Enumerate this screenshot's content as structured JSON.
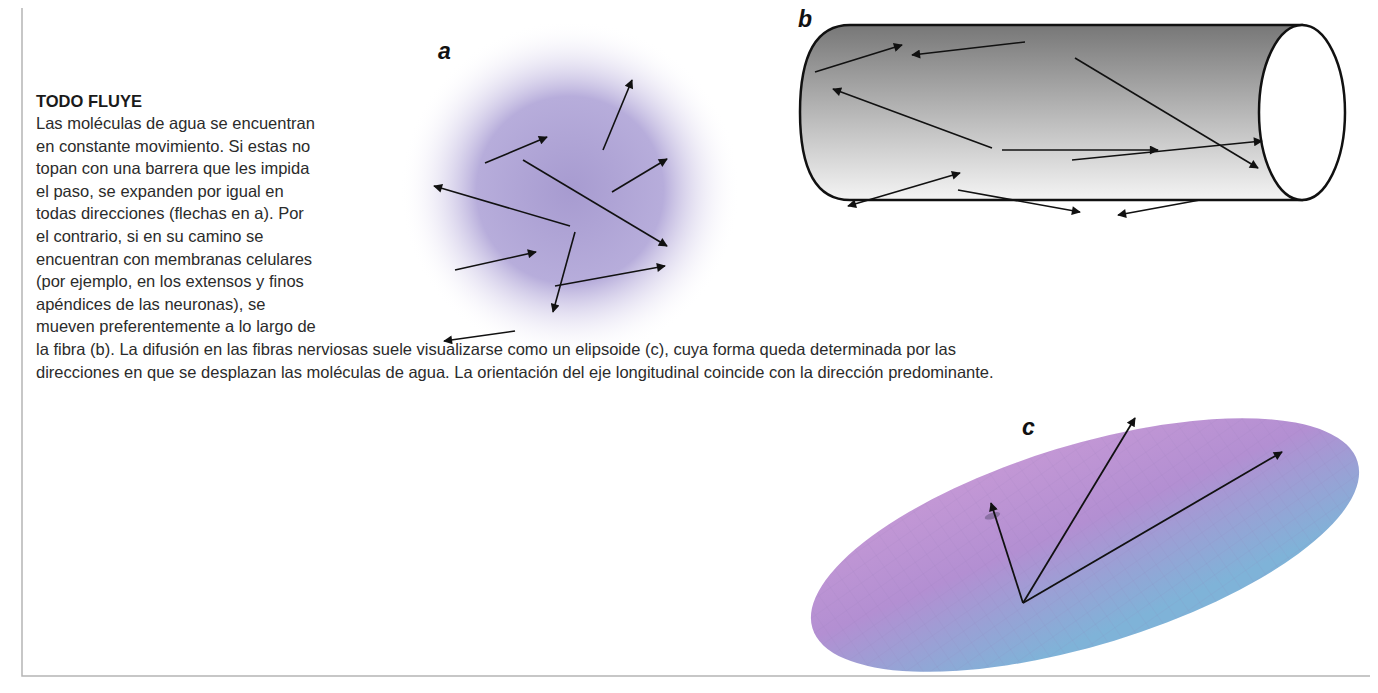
{
  "diagram": {
    "title": "TODO FLUYE",
    "caption": "Las moléculas de agua se encuentran en constante movimiento. Si estas no topan con una barrera que les impida el paso, se expanden por igual en todas direcciones (flechas en a). Por el contrario, si en su camino se encuentran con membranas celulares (por ejemplo, en los extensos y finos apéndices de las neuronas), se mueven preferentemente a lo largo de la fibra (b). La difusión en las fibras nerviosas suele visualizarse como un elipsoide (c), cuya forma queda determinada por las direcciones en que se desplazan las moléculas de agua. La orientación del eje longitudinal coincide con la dirección predominante.",
    "labels": [
      "a",
      "b",
      "c"
    ]
  }
}
